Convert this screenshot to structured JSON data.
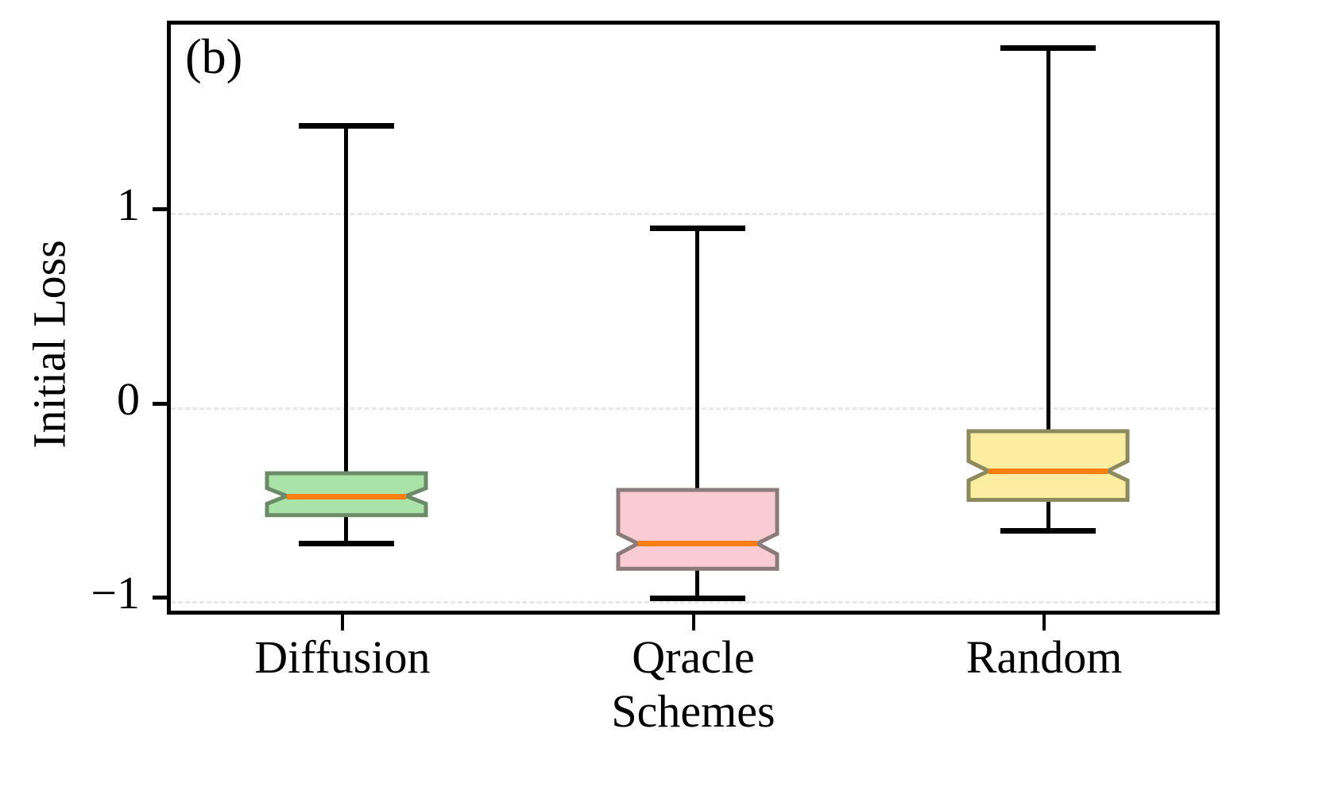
{
  "figure": {
    "panel_label": "(b)",
    "background": "#ffffff",
    "frame_color": "#000000",
    "grid_color": "#e8e8e8"
  },
  "axes": {
    "ylabel": "Initial Loss",
    "xlabel": "Schemes",
    "yticks": [
      "1",
      "0",
      "−1"
    ],
    "ytick_values": [
      1,
      0,
      -1
    ],
    "xticks": [
      "Diffusion",
      "Qracle",
      "Random"
    ]
  },
  "chart_data": {
    "type": "box",
    "title": "",
    "subtitle": "",
    "xlabel": "Schemes",
    "ylabel": "Initial Loss",
    "categories": [
      "Diffusion",
      "Qracle",
      "Random"
    ],
    "ylim": [
      -1.09,
      1.97
    ],
    "grid": true,
    "legend": "none",
    "annotations": [
      "(b)"
    ],
    "notched": true,
    "median_color": "#ff7f0e",
    "box_edge_color": "#7f7f6a",
    "whisker_color": "#000000",
    "boxes": [
      {
        "label": "Diffusion",
        "fill_color": "#aae3a8",
        "edge_color": "#6b8a68",
        "whisker_low": -0.705,
        "q1": -0.559,
        "notch_low": -0.5,
        "median": -0.46,
        "notch_high": -0.42,
        "q3": -0.343,
        "whisker_high": 1.449
      },
      {
        "label": "Qracle",
        "fill_color": "#f8ccd0",
        "edge_color": "#8b7a7c",
        "whisker_low": -0.984,
        "q1": -0.835,
        "notch_low": -0.76,
        "median": -0.705,
        "notch_high": -0.655,
        "q3": -0.429,
        "whisker_high": 0.921
      },
      {
        "label": "Random",
        "fill_color": "#fbeea0",
        "edge_color": "#8c8a5e",
        "whisker_low": -0.638,
        "q1": -0.48,
        "notch_low": -0.38,
        "median": -0.331,
        "notch_high": -0.28,
        "q3": -0.126,
        "whisker_high": 1.85
      }
    ]
  }
}
